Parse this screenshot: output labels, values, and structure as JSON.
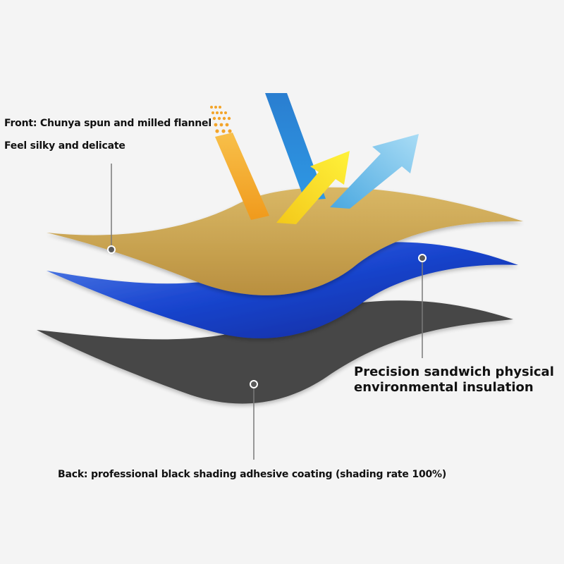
{
  "labels": {
    "front": "Front: Chunya spun and milled flannel",
    "feel": "Feel silky and delicate",
    "insulation_line1": "Precision sandwich physical",
    "insulation_line2": "environmental insulation",
    "back": "Back: professional black shading adhesive coating (shading rate 100%)"
  },
  "colors": {
    "background": "#f4f4f4",
    "flannel_layer": "#c9a456",
    "insulation_layer": "#1e46c8",
    "coating_layer": "#454545",
    "incoming_light_orange": "#f5a623",
    "incoming_light_blue": "#1f7fd1",
    "reflected_yellow": "#f5e61a",
    "reflected_light_blue": "#7cc8ef"
  }
}
